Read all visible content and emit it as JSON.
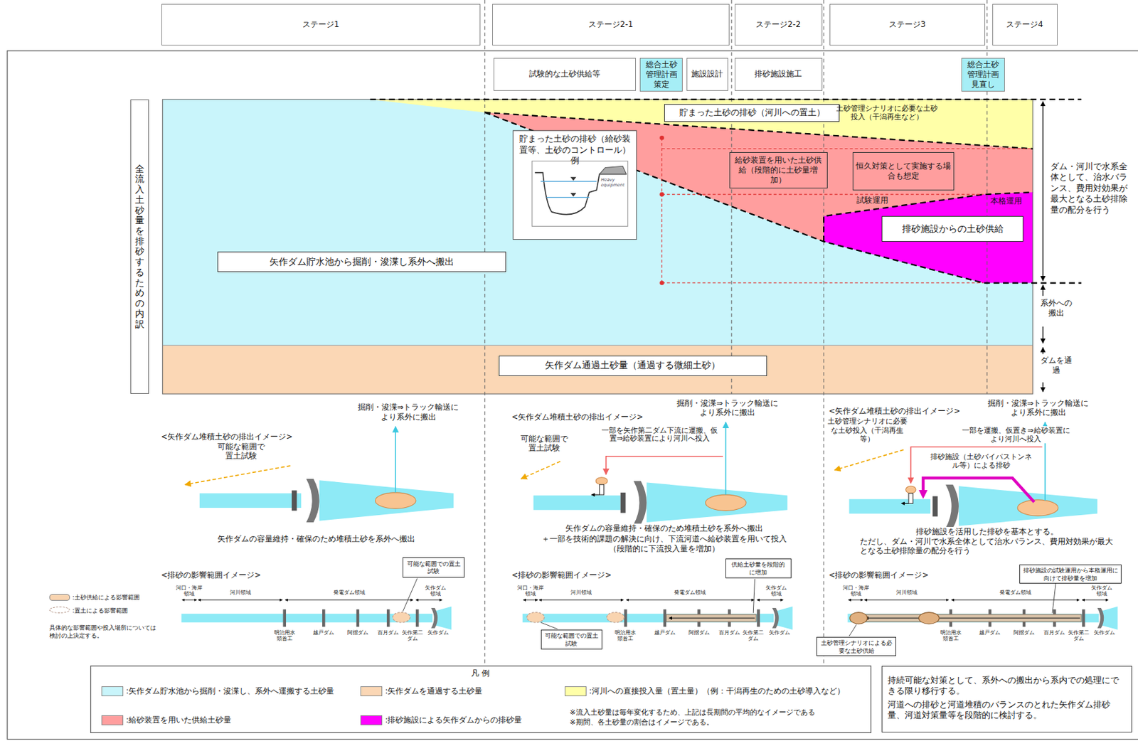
{
  "diagram": {
    "nodes": [
      {
        "text": [
          "ステージ1"
        ]
      },
      {
        "text": [
          "ステージ2-1"
        ]
      },
      {
        "text": [
          "ステージ2-2"
        ]
      },
      {
        "text": [
          "ステージ3"
        ]
      },
      {
        "text": [
          "ステージ4"
        ]
      },
      {
        "text": [
          "試験的な土砂供給等"
        ]
      },
      {
        "text": [
          "総合土砂管理計画策定"
        ]
      },
      {
        "text": [
          "施設設計"
        ]
      },
      {
        "text": [
          "排砂施設施工"
        ]
      },
      {
        "text": [
          "総合土砂管理計画見直し"
        ]
      },
      {
        "text": [
          "全流入土砂量を排砂するための内訳"
        ]
      },
      {
        "text": [
          "貯まった土砂の排砂（河川への置土）"
        ]
      },
      {
        "text": [
          "貯まった土砂の排砂（給砂装置等、土砂のコントロール）例"
        ]
      },
      {
        "text": [
          "給砂装置を用いた土砂供給（段階的に土砂量増加）"
        ]
      },
      {
        "text": [
          "恒久対策として実施する場合も想定"
        ]
      },
      {
        "text": [
          "排砂施設からの土砂供給"
        ]
      },
      {
        "text": [
          "矢作ダム貯水池から掘削・浚渫し系外へ搬出"
        ]
      },
      {
        "text": [
          "矢作ダム通過土砂量（通過する微細土砂）"
        ]
      },
      {
        "text": [
          "可能な範囲での置土試験"
        ]
      },
      {
        "text": [
          "供給土砂量を段階的に増加"
        ]
      },
      {
        "text": [
          "可能な範囲での置土試験"
        ]
      },
      {
        "text": [
          "排砂施設の試験運用から本格運用に向けて排砂量を増加"
        ]
      },
      {
        "text": [
          "土砂管理シナリオによる必要な土砂供給"
        ]
      },
      {
        "text": [
          "持続可能な対策として、系外への搬出から系内での処理にできる限り移行する。",
          "河道への排砂と河道堆積のバランスのとれた矢作ダム排砂量、河道対策量等を段階的に検討する。"
        ]
      }
    ],
    "labels": [
      "土砂管理シナリオに必要な土砂投入（干潟再生など）",
      "試験運用",
      "本格運用",
      "Heavy equipment",
      "ダム・河川で水系全体として、治水バランス、費用対効果が最大となる土砂排除量の配分を行う",
      "系外への搬出",
      "ダムを通過",
      "掘削・浚渫⇒トラック輸送により系外に搬出",
      "<矢作ダム堆積土砂の排出イメージ>",
      "可能な範囲で置土試験",
      "矢作ダムの容量維持・確保のため堆積土砂を系外へ搬出",
      "<排砂の影響範囲イメージ>",
      "河口・海岸領域",
      "河川領域",
      "発電ダム領域",
      "矢作ダム領域",
      "明治用水頭首工",
      "越戸ダム",
      "阿摺ダム",
      "百月ダム",
      "矢作第二ダム",
      "矢作ダム",
      "具体的な影響範囲や投入場所については検討の上決定する。",
      "<矢作ダム堆積土砂の排出イメージ>",
      "掘削・浚渫⇒トラック輸送により系外に搬出",
      "可能な範囲で置土試験",
      "一部を矢作第二ダム下流に運搬、仮置⇒給砂装置により河川へ投入",
      "矢作ダムの容量維持・確保のため堆積土砂を系外へ搬出",
      "＋一部を技術的課題の解決に向け、下流河道へ給砂装置を用いて投入",
      "（段階的に下流投入量を増加）",
      "<排砂の影響範囲イメージ>",
      "河口・海岸領域",
      "河川領域",
      "発電ダム領域",
      "矢作ダム領域",
      "明治用水頭首工",
      "越戸ダム",
      "阿摺ダム",
      "百月ダム",
      "矢作第二ダム",
      "矢作ダム",
      "<矢作ダム堆積土砂の排出イメージ>",
      "掘削・浚渫⇒トラック輸送により系外に搬出",
      "土砂管理シナリオに必要な土砂投入（干潟再生等）",
      "一部を運搬、仮置き⇒給砂装置により河川へ投入",
      "排砂施設（土砂バイパストンネル等）による排砂",
      "排砂施設を活用した排砂を基本とする。",
      "ただし、ダム・河川で水系全体として治水バランス、費用対効果が最大となる土砂排除量の配分を行う",
      "<排砂の影響範囲イメージ>",
      "河口・海岸領域",
      "河川領域",
      "発電ダム領域",
      "矢作ダム領域",
      "明治用水頭首工",
      "越戸ダム",
      "阿摺ダム",
      "百月ダム",
      "矢作第二ダム",
      "矢作ダム",
      "凡 例",
      "※流入土砂量は毎年変化するため、上記は長期間の平均的なイメージである",
      "※期間、各土砂量の割合はイメージである。"
    ],
    "legend": [
      {
        "text": ":土砂供給による影響範囲",
        "color": "#f9d4b0"
      },
      {
        "text": ":置土による影響範囲"
      },
      {
        "text": ":矢作ダム貯水池から掘削・浚渫し、系外へ運搬する土砂量",
        "color": "#c9f5fb"
      },
      {
        "text": ":矢作ダムを通過する土砂量",
        "color": "#fbd7b5"
      },
      {
        "text": ":河川への直接投入量（置土量）（例：干潟再生のための土砂導入など）",
        "color": "#ffffa8"
      },
      {
        "text": ":給砂装置を用いた供給土砂量",
        "color": "#ff9e9e"
      },
      {
        "text": ":排砂施設による矢作ダムからの排砂量",
        "color": "#ff00ff"
      }
    ]
  }
}
